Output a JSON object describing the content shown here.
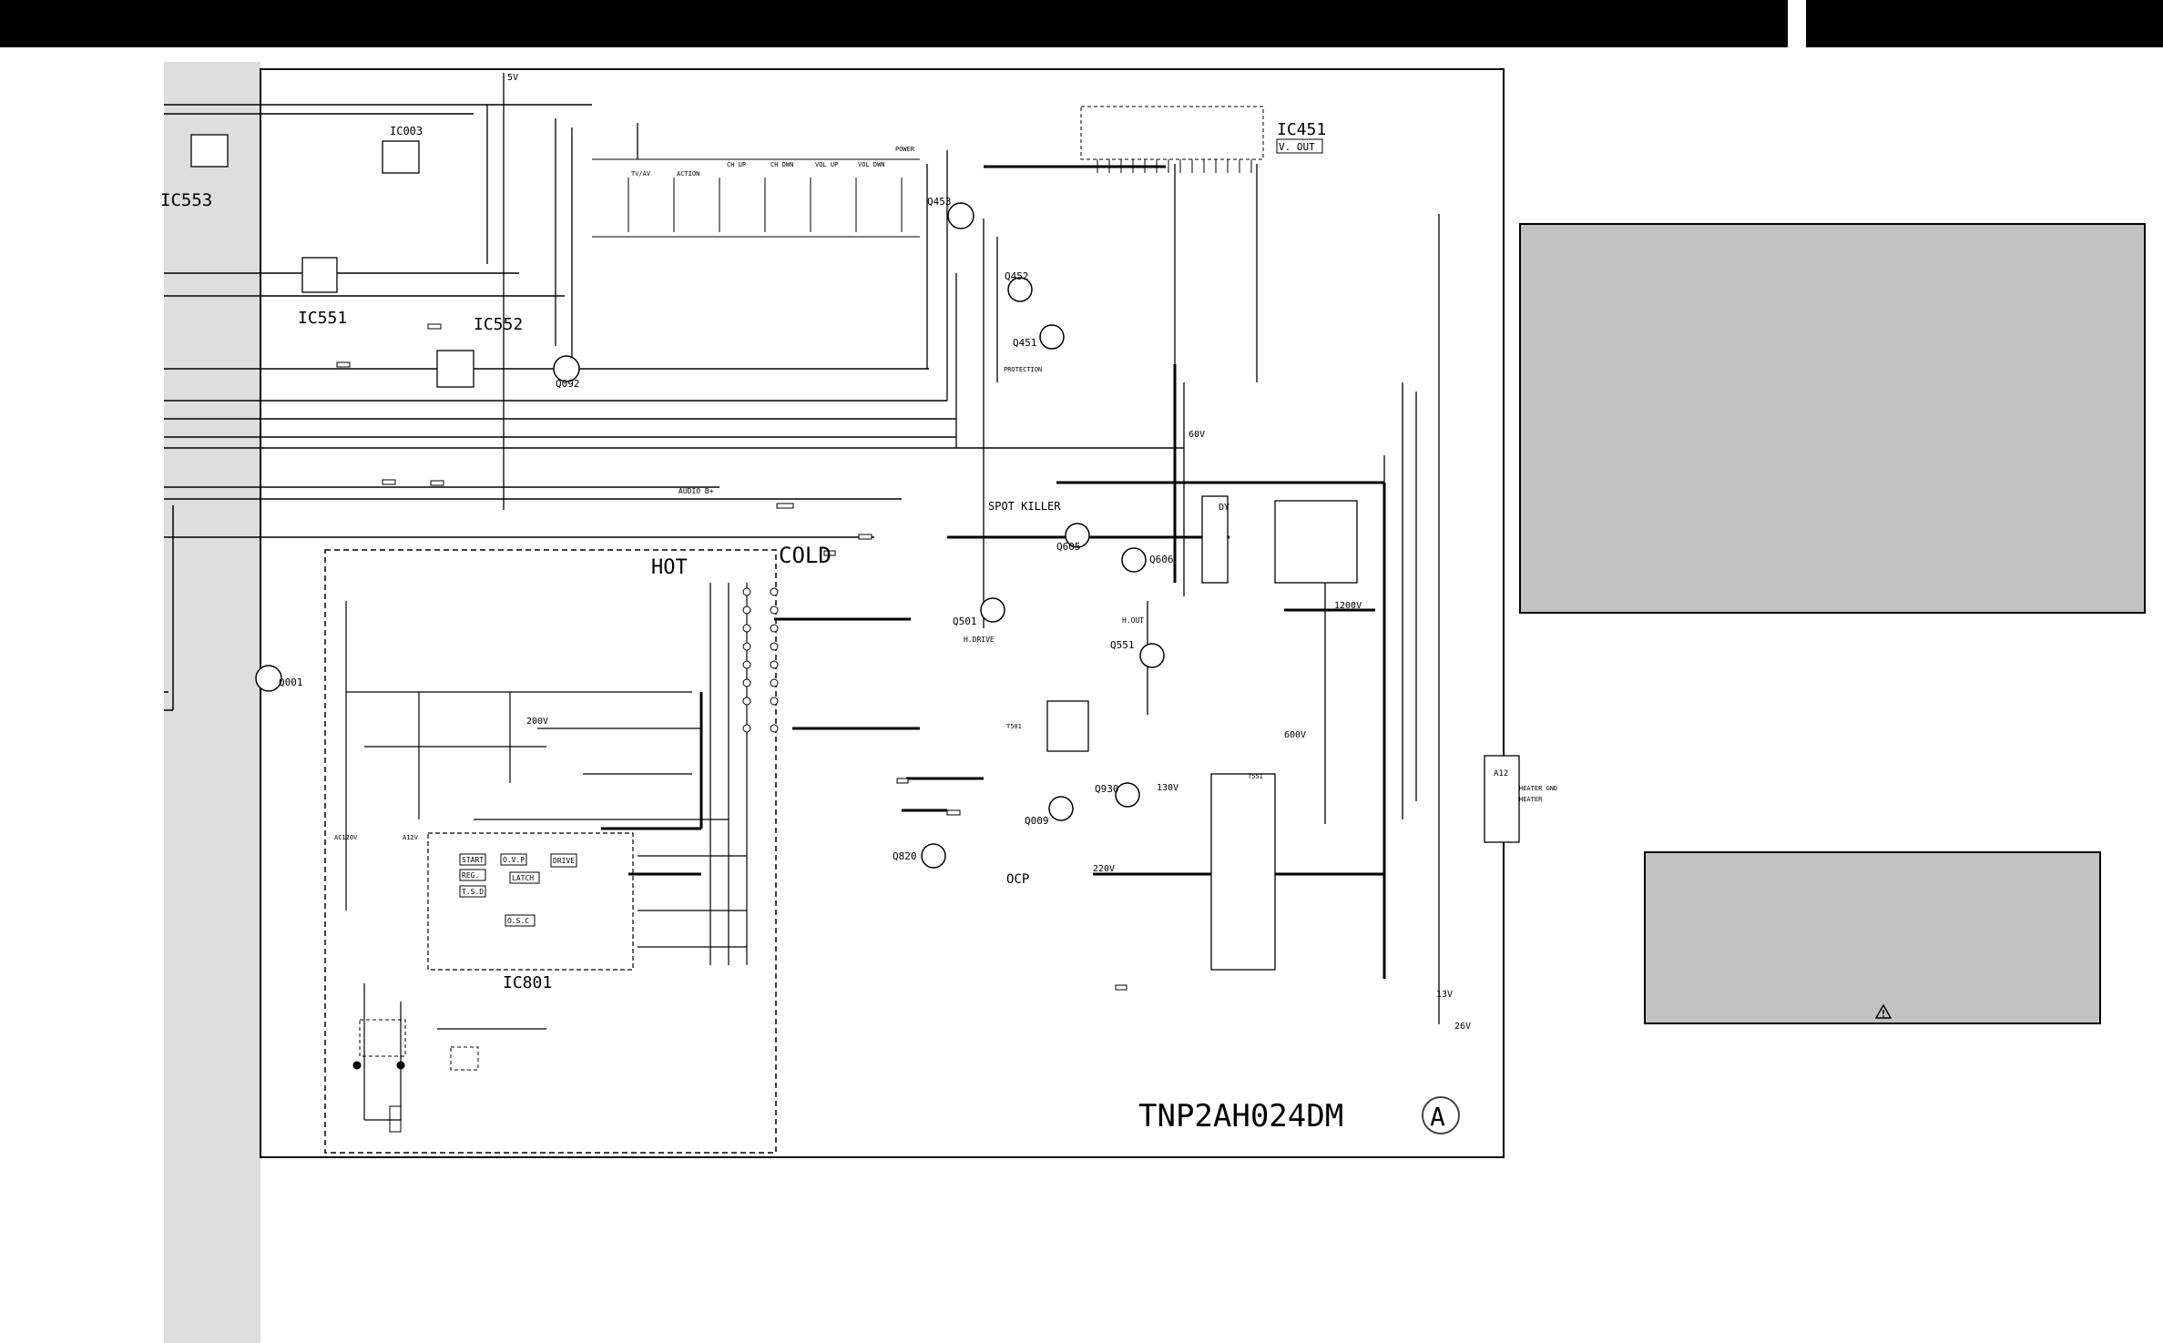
{
  "board_id": "TNP2AH024DM",
  "board_version": "A",
  "regions": {
    "hot": "HOT",
    "cold": "COLD"
  },
  "ic_labels": [
    "IC553",
    "IC003",
    "IC551",
    "IC552",
    "IC451",
    "IC801"
  ],
  "ic451_function": "V. OUT",
  "ic801_blocks": [
    "START",
    "O.V.P",
    "DRIVE",
    "REG.",
    "LATCH",
    "T.S.D",
    "O.S.C"
  ],
  "transistors": [
    "Q092",
    "Q001",
    "Q453",
    "Q452",
    "Q451",
    "Q605",
    "Q606",
    "Q501",
    "Q551",
    "Q820",
    "Q009",
    "Q930"
  ],
  "section_labels": [
    "SPOT KILLER",
    "OCP",
    "DY",
    "H.DRIVE",
    "H.OUT",
    "AUDIO B+",
    "PROTECTION",
    "HEATER GND",
    "HEATER"
  ],
  "key_switches": [
    "TV/AV",
    "ACTION",
    "CH UP",
    "CH DWN",
    "VOL UP",
    "VOL DWN",
    "POWER"
  ],
  "voltage_rails": [
    "5V",
    "60V",
    "1200V",
    "600V",
    "130V",
    "220V",
    "13V",
    "26V",
    "200V"
  ],
  "connectors": [
    "A12",
    "A12V",
    "AC120V"
  ],
  "transformers": [
    "T551",
    "T501"
  ],
  "colors": {
    "note_fill": "#c2c2c2",
    "gutter": "#dedede",
    "ink": "#000000"
  }
}
